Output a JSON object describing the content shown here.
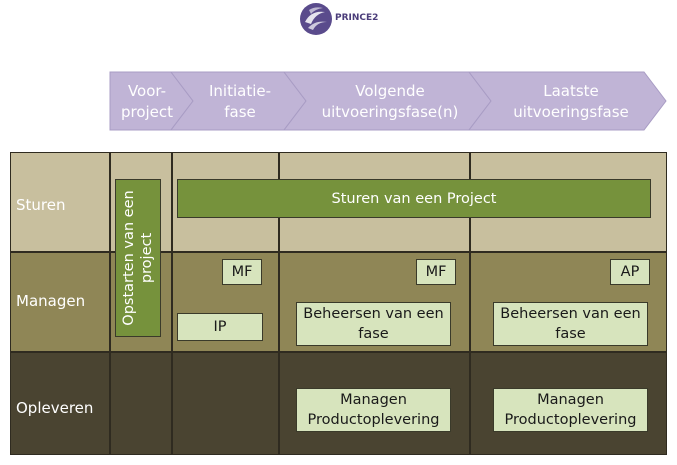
{
  "logo": {
    "text": "PRINCE2"
  },
  "phases": [
    {
      "label": "Voor-\nproject"
    },
    {
      "label": "Initiatie-\nfase"
    },
    {
      "label": "Volgende\nuitvoeringsfase(n)"
    },
    {
      "label": "Laatste\nuitvoeringsfase"
    }
  ],
  "rows": [
    {
      "label": "Sturen"
    },
    {
      "label": "Managen"
    },
    {
      "label": "Opleveren"
    }
  ],
  "processes": {
    "opstarten": "Opstarten van een\nproject",
    "sturen": "Sturen van een Project",
    "mf1": "MF",
    "mf2": "MF",
    "ap": "AP",
    "ip": "IP",
    "beheersen1": "Beheersen van een\nfase",
    "beheersen2": "Beheersen van een\nfase",
    "managen1": "Managen\nProductoplevering",
    "managen2": "Managen\nProductoplevering"
  },
  "colors": {
    "phase_arrow": "#c0b4d6",
    "sturen_band": "#c8bf9e",
    "managen_band": "#8f8656",
    "opleveren_band": "#4a4431",
    "dark_green": "#76923c",
    "light_green": "#d7e4bd"
  }
}
